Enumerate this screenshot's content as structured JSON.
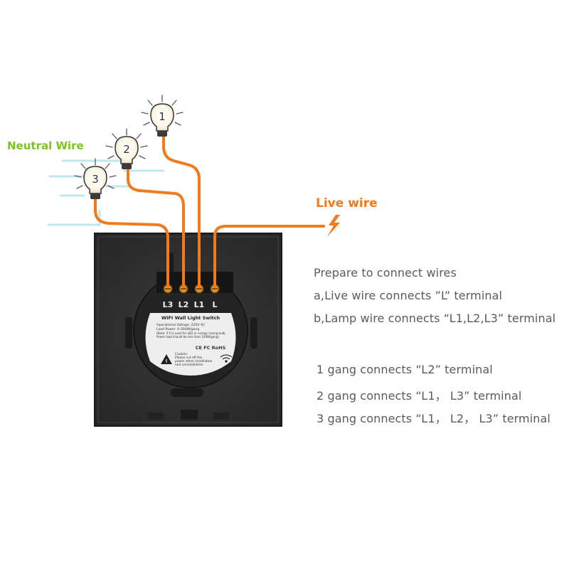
{
  "labels": {
    "neutral_wire": "Neutral Wire",
    "live_wire": "Live wire"
  },
  "bulbs": [
    "1",
    "2",
    "3"
  ],
  "terminals": [
    "L3",
    "L2",
    "L1",
    "L"
  ],
  "device_label": {
    "title": "WIFI Wall Light Switch",
    "spec_lines": [
      "Operational Voltage: 220V AC",
      "Load Power: 0-300W/gang",
      "(Note: if it is used for LED or energy saving bulb,",
      "Power load should be less than 100W/gang)"
    ],
    "cert_marks": "CE FC RoHS",
    "caution_title": "Caution:",
    "caution_lines": [
      "Please cut off the",
      "power when installation",
      "and uninstallation."
    ]
  },
  "instructions": {
    "heading": "Prepare to connect wires",
    "step_a": "a,Live wire connects ”L” terminal",
    "step_b": "b,Lamp wire connects “L1,L2,L3” terminal"
  },
  "gang_rules": [
    "1 gang connects “L2” terminal",
    "2 gang connects “L1， L3” terminal",
    "3 gang connects “L1， L2， L3” terminal"
  ],
  "colors": {
    "wire_orange": "#f07a1c",
    "neutral_blue": "#bfe8ee",
    "neutral_text": "#7cc51d",
    "live_text": "#f07a1c",
    "panel": "#303030",
    "text": "#5a5a5a"
  }
}
